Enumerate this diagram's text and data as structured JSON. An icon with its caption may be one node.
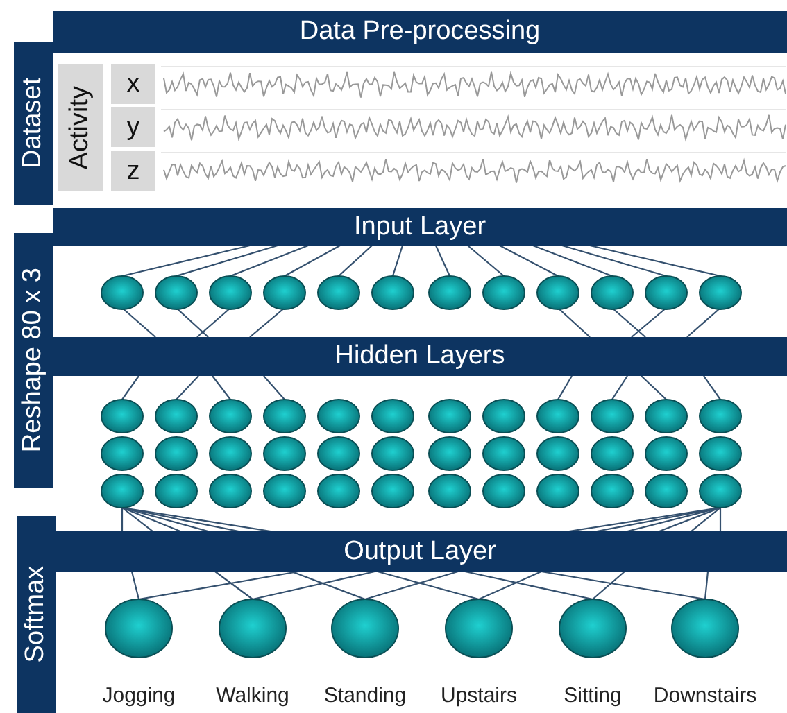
{
  "diagram": {
    "nodes": [
      {
        "text": [
          "Data Pre-processing"
        ]
      },
      {
        "text": [
          "Dataset"
        ]
      },
      {
        "text": [
          "Activity"
        ]
      },
      {
        "text": [
          "x"
        ]
      },
      {
        "text": [
          "y"
        ]
      },
      {
        "text": [
          "z"
        ]
      },
      {
        "text": [
          "Input Layer"
        ]
      },
      {
        "text": [
          "Reshape 80 x 3"
        ]
      },
      {
        "text": [
          "Hidden Layers"
        ]
      },
      {
        "text": [
          "Softmax"
        ]
      },
      {
        "text": [
          "Output Layer"
        ]
      }
    ],
    "edges": [],
    "labels": [
      "Jogging",
      "Walking",
      "Standing",
      "Upstairs",
      "Sitting",
      "Downstairs"
    ]
  }
}
